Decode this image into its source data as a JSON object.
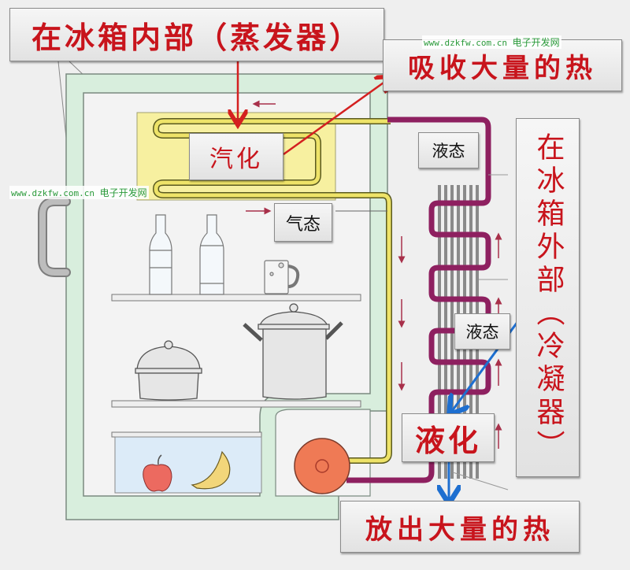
{
  "title": "冰箱制冷原理示意图",
  "labels": {
    "inside_evaporator": "在冰箱内部（蒸发器）",
    "absorb_heat": "吸收大量的热",
    "vaporize": "汽化",
    "gas_state": "气态",
    "liquid_state_top": "液态",
    "liquid_state_mid": "液态",
    "outside_condenser": "在冰箱外部（冷凝器）",
    "liquefy": "液化",
    "release_heat": "放出大量的热"
  },
  "watermarks": [
    {
      "url": "www.dzkfw.com.cn",
      "name": "电子开发网"
    },
    {
      "url": "www.dzkfw.com.cn",
      "name": "电子开发网"
    }
  ],
  "colors": {
    "label_red": "#c8141c",
    "arrow_red": "#d42020",
    "arrow_blue": "#1e6fd0",
    "evaporator_yellow": "#f7f0a0",
    "pipe_yellow": "#e6dc5a",
    "pipe_purple": "#8e2060",
    "fridge_wall": "#d8eedd",
    "compressor": "#ef7a55",
    "watermark_green": "#2a9a3a"
  }
}
